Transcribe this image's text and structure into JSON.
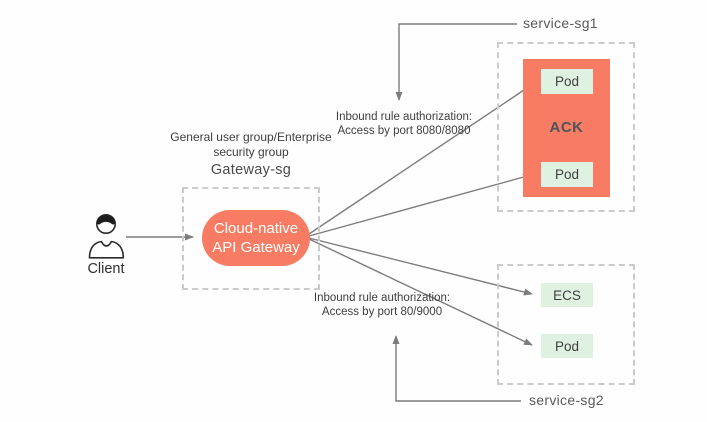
{
  "diagram": {
    "client": {
      "label": "Client"
    },
    "gateway_group": {
      "caption_line1": "General user group/Enterprise",
      "caption_line2": "security group",
      "name": "Gateway-sg",
      "gateway": {
        "line1": "Cloud-native",
        "line2": "API Gateway"
      }
    },
    "service_sg1": {
      "name": "service-sg1",
      "rule_line1": "Inbound rule authorization:",
      "rule_line2": "Access by port 8080/8080",
      "ack": {
        "label": "ACK",
        "pod_top": "Pod",
        "pod_bottom": "Pod"
      }
    },
    "service_sg2": {
      "name": "service-sg2",
      "rule_line1": "Inbound rule authorization:",
      "rule_line2": "Access by port 80/9000",
      "nodes": {
        "ecs": "ECS",
        "pod": "Pod"
      }
    },
    "colors": {
      "coral": "#f87c63",
      "mint_green": "#dff2e2",
      "arrow_gray": "#7c7c7c",
      "dashed_border_gray": "#cbcbcb",
      "text_dark": "#3e3e3e",
      "text_gray": "#5a5a5a",
      "ack_text": "#4e545b",
      "gateway_text": "#ffffff"
    }
  }
}
